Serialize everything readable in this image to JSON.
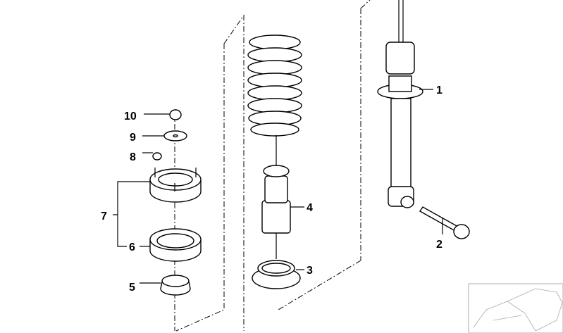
{
  "diagram": {
    "callouts": [
      {
        "number": "1",
        "part": "shock-absorber"
      },
      {
        "number": "2",
        "part": "bolt"
      },
      {
        "number": "3",
        "part": "spring-pad"
      },
      {
        "number": "4",
        "part": "bump-stop"
      },
      {
        "number": "5",
        "part": "dust-cap"
      },
      {
        "number": "6",
        "part": "support-ring"
      },
      {
        "number": "7",
        "part": "strut-mount-group"
      },
      {
        "number": "8",
        "part": "nut"
      },
      {
        "number": "9",
        "part": "washer"
      },
      {
        "number": "10",
        "part": "self-locking-nut"
      }
    ]
  }
}
